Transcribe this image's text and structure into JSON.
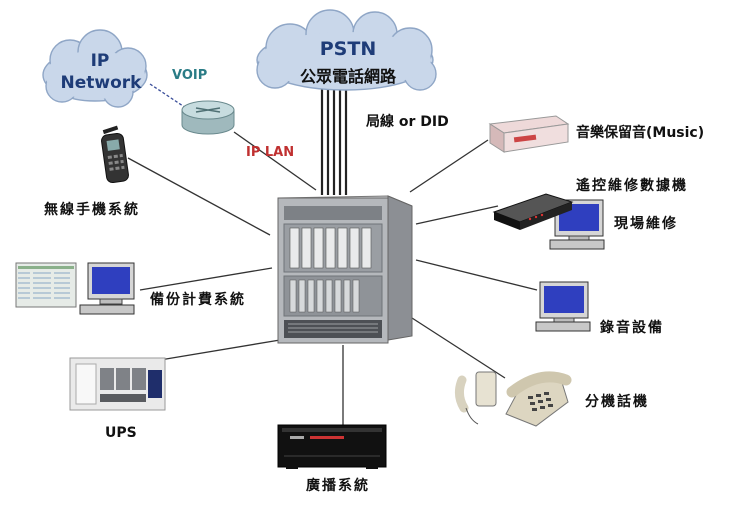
{
  "clouds": {
    "ip": {
      "line1": "IP",
      "line2": "Network"
    },
    "pstn": {
      "line1": "PSTN",
      "line2": "公眾電話網路"
    }
  },
  "links": {
    "voip": "VOIP",
    "ip_lan": "IP LAN",
    "trunk": "局線 or DID"
  },
  "devices": {
    "music_on_hold": "音樂保留音(Music)",
    "remote_modem": "遙控維修數據機",
    "onsite_maintenance": "現場維修",
    "voice_recording": "錄音設備",
    "extension_phones": "分機話機",
    "paging_system": "廣播系統",
    "ups": "UPS",
    "billing_system": "備份計費系統",
    "wireless_handset": "無線手機系統"
  },
  "colors": {
    "cloud_fill": "#c9d7ea",
    "cloud_text": "#1e3c78",
    "voip_text": "#2a7c86",
    "ip_lan_text": "#c03030",
    "line": "#333333",
    "cabinet": "#a9abaf"
  },
  "icons": [
    "cloud-icon",
    "router-icon",
    "pbx-cabinet-icon",
    "cordless-phone-icon",
    "computer-icon",
    "modem-icon",
    "music-player-icon",
    "telephone-icon",
    "ups-rack-icon",
    "amplifier-icon"
  ]
}
